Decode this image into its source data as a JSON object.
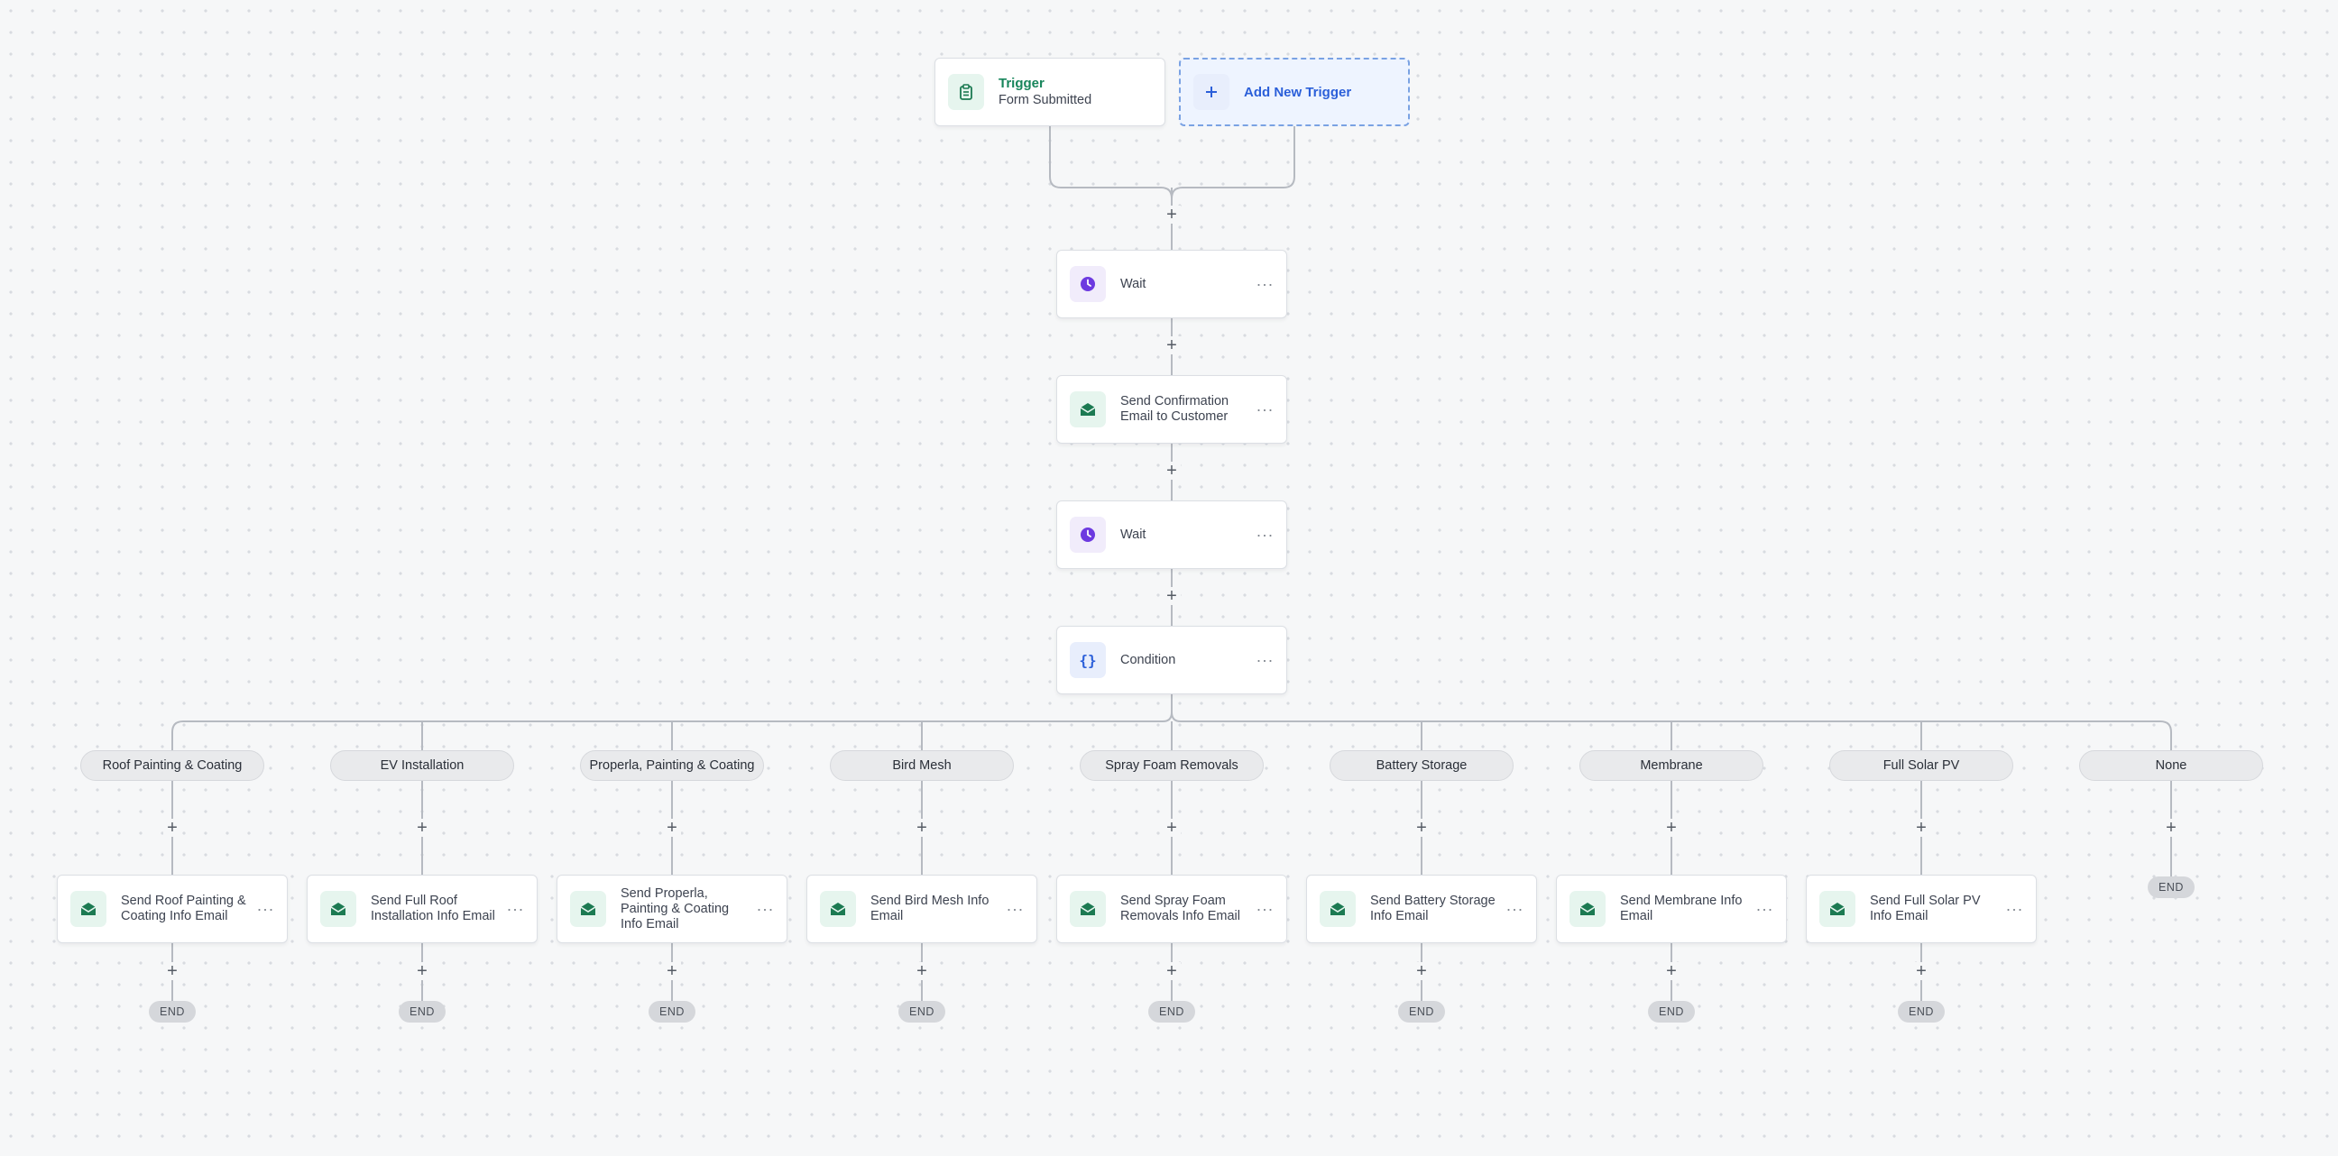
{
  "trigger": {
    "title": "Trigger",
    "subtitle": "Form Submitted",
    "icon": "clipboard-icon"
  },
  "add_trigger": {
    "label": "Add New Trigger",
    "icon": "plus-icon"
  },
  "steps": [
    {
      "label": "Wait",
      "icon": "clock-icon"
    },
    {
      "label": "Send Confirmation Email to Customer",
      "icon": "email-icon"
    },
    {
      "label": "Wait",
      "icon": "clock-icon"
    },
    {
      "label": "Condition",
      "icon": "braces-icon"
    }
  ],
  "branches": [
    {
      "label": "Roof Painting & Coating",
      "action": "Send Roof Painting & Coating Info Email"
    },
    {
      "label": "EV Installation",
      "action": "Send Full Roof Installation Info Email"
    },
    {
      "label": "Properla, Painting & Coating",
      "action": "Send Properla, Painting & Coating Info Email"
    },
    {
      "label": "Bird Mesh",
      "action": "Send Bird Mesh Info Email"
    },
    {
      "label": "Spray Foam Removals",
      "action": "Send Spray Foam Removals Info Email"
    },
    {
      "label": "Battery Storage",
      "action": "Send Battery Storage Info Email"
    },
    {
      "label": "Membrane",
      "action": "Send Membrane Info Email"
    },
    {
      "label": "Full Solar PV",
      "action": "Send Full Solar PV Info Email"
    },
    {
      "label": "None",
      "action": ""
    }
  ],
  "end_label": "END",
  "add_symbol": "+",
  "more_symbol": "···",
  "colors": {
    "green": "#17855b",
    "purple": "#6d3ae0",
    "blue": "#2b5fd9",
    "edge": "#b6bac1"
  }
}
